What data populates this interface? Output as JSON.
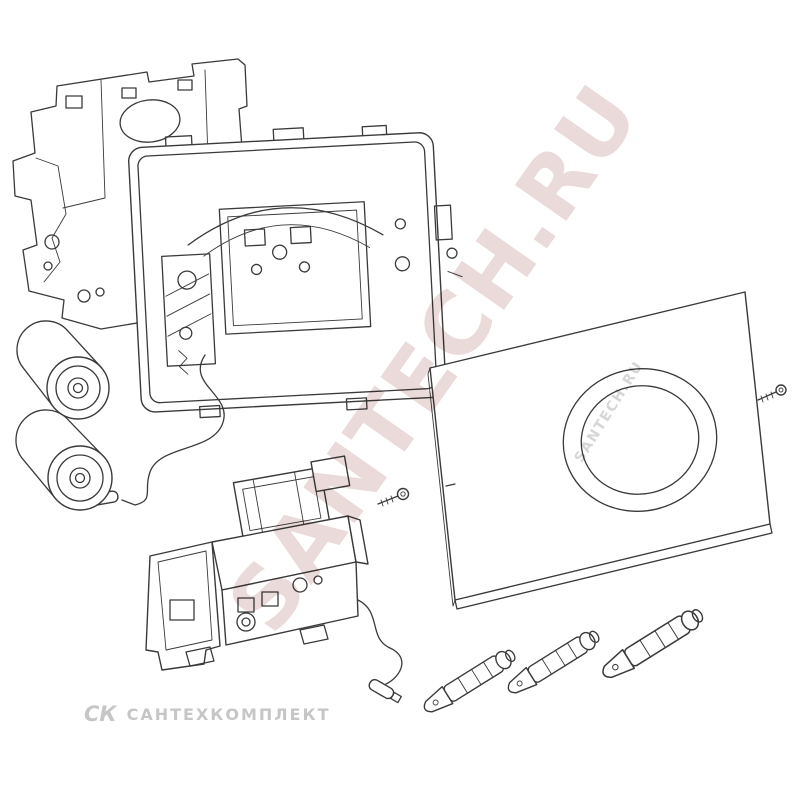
{
  "watermarks": {
    "large": "SANTECH.RU",
    "small": "SANTECH.RU",
    "footer_logo": "СК",
    "footer_text": "САНТЕХКОМПЛЕКТ"
  },
  "colors": {
    "background": "#ffffff",
    "line": "#3a3a3a",
    "watermark_large": "#dcc2c2",
    "watermark_small": "#d4d4d4",
    "watermark_footer": "#c6c6c6"
  },
  "diagram": {
    "type": "exploded-parts-drawing",
    "parts": [
      "protection-plate",
      "frame-mounting-module",
      "battery-1",
      "battery-2",
      "module-cable",
      "servo-control-unit",
      "servo-cable",
      "actuator-flush-plate",
      "flush-button",
      "fixing-screw-right",
      "fixing-screw-center",
      "mounting-bolt-1",
      "mounting-bolt-2",
      "mounting-bolt-3"
    ]
  }
}
